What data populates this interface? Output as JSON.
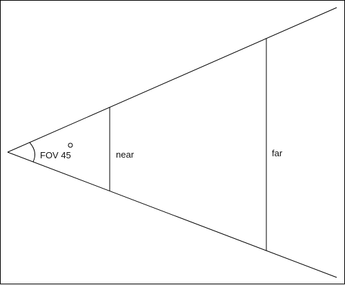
{
  "diagram": {
    "fov_label": "FOV 45",
    "fov_unit_symbol": "°",
    "near_label": "near",
    "far_label": "far"
  },
  "colors": {
    "stroke": "#000000",
    "background": "#ffffff"
  }
}
